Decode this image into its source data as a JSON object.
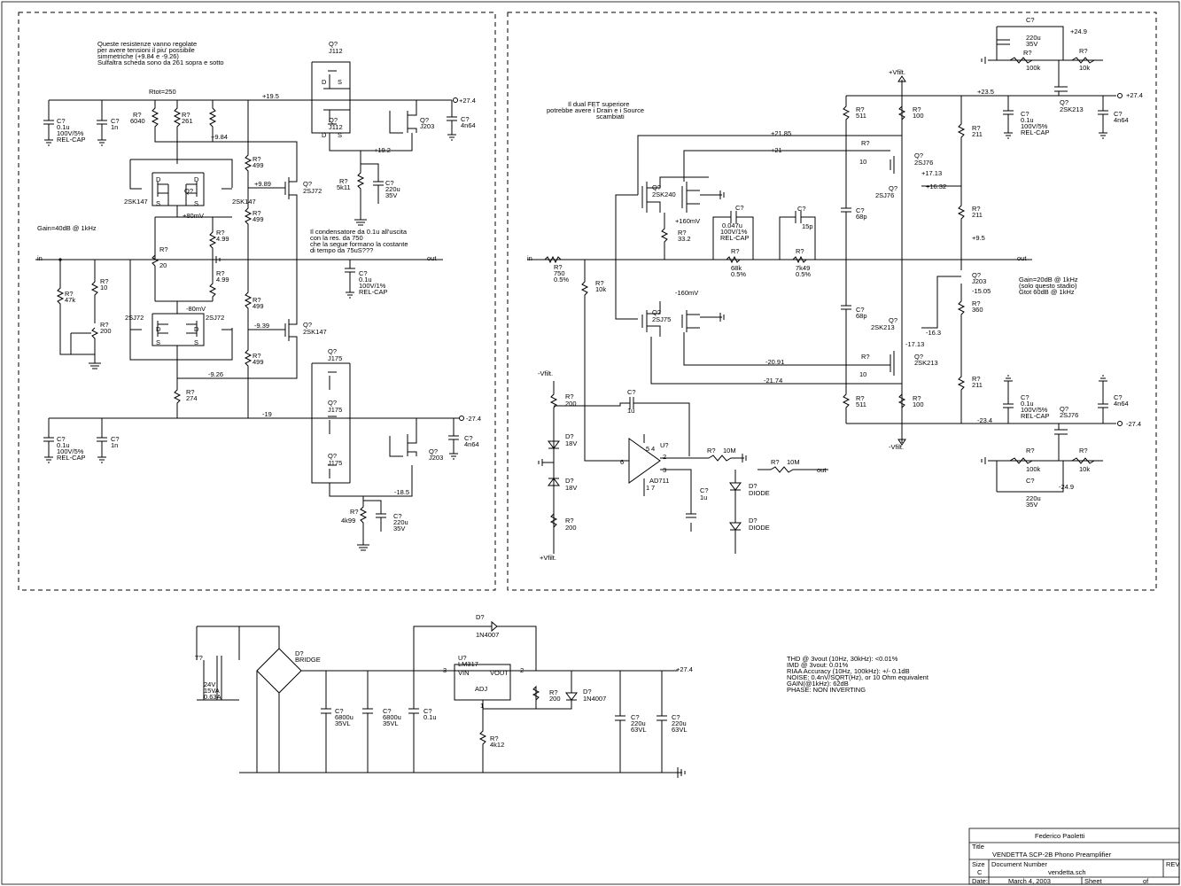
{
  "stage1": {
    "note": [
      "Queste resistenze vanno regolate",
      "per avere tensioni il piu' possibile",
      "simmetriche (+9.84 e -9.26)",
      "Sulfaltra scheda sono da 261 sopra e sotto"
    ],
    "rtot": "Rtot=250",
    "gain": "Gain=40dB @ 1kHz",
    "in": "in",
    "out": "out",
    "cap_note": [
      "Il condensatore da 0.1u all'uscita",
      "con la res. da 750",
      "che la segue formano la costante",
      "di tempo da 75uS???"
    ],
    "v_p195": "+19.5",
    "v_p274": "+27.4",
    "v_p984": "+9.84",
    "v_p192": "+19.2",
    "v_p989": "+9.89",
    "v_p80mv": "+80mV",
    "v_m80mv": "-80mV",
    "v_m939": "-9.39",
    "v_m926": "-9.26",
    "v_m19": "-19",
    "v_m274": "-27.4",
    "v_m185": "-18.5",
    "c_top1": [
      "C?",
      "0.1u",
      "100V/5%",
      "REL-CAP"
    ],
    "c_top2": [
      "C?",
      "1n"
    ],
    "c_bot1": [
      "C?",
      "0.1u",
      "100V/5%",
      "REL-CAP"
    ],
    "c_bot2": [
      "C?",
      "1n"
    ],
    "r6040": [
      "R?",
      "6040"
    ],
    "r261": [
      "R?",
      "261"
    ],
    "r5k11": [
      "R?",
      "5k11"
    ],
    "c220": [
      "C?",
      "220u",
      "35V"
    ],
    "c4n64a": [
      "C?",
      "4n64"
    ],
    "c4n64b": [
      "C?",
      "4n64"
    ],
    "q_j112a": [
      "Q?",
      "J112"
    ],
    "q_j112b": [
      "Q?",
      "J112"
    ],
    "q_j203a": [
      "Q?",
      "J203"
    ],
    "q_2sk147l": "2SK147",
    "q_2sk147r": [
      "Q?",
      "2SK147"
    ],
    "q_2sj72a": [
      "Q?",
      "2SJ72"
    ],
    "q_2sj72l": "2SJ72",
    "q_2sj72r": "2SJ72",
    "q_2sk147b": [
      "Q?",
      "2SK147"
    ],
    "r499a": [
      "R?",
      "499"
    ],
    "r499b": [
      "R?",
      "499"
    ],
    "r499c": [
      "R?",
      "499"
    ],
    "r499d": [
      "R?",
      "499"
    ],
    "r499e": [
      "R?",
      "4.99"
    ],
    "r499f": [
      "R?",
      "4.99"
    ],
    "r20": [
      "R?",
      "20"
    ],
    "r47k": [
      "R?",
      "47k"
    ],
    "r10": [
      "R?",
      "10"
    ],
    "r200": [
      "R?",
      "200"
    ],
    "r274": [
      "R?",
      "274"
    ],
    "c01out": [
      "C?",
      "0.1u",
      "100V/1%",
      "REL-CAP"
    ],
    "j175a": [
      "Q?",
      "J175"
    ],
    "j175b": [
      "Q?",
      "J175"
    ],
    "j175c": [
      "Q?",
      "J175"
    ],
    "j203b": [
      "Q?",
      "J203"
    ],
    "r4k99": [
      "R?",
      "4k99"
    ],
    "c220b": [
      "C?",
      "220u",
      "35V"
    ]
  },
  "stage2": {
    "note": [
      "Il dual FET superiore",
      "potrebbe avere i Drain e i Source",
      "scambiati"
    ],
    "gain": [
      "Gain=20dB @ 1kHz",
      "(solo questo stadio)",
      "Gtot 60dB @ 1kHz"
    ],
    "in": "in",
    "out": "out",
    "vfilt_top": "+Vfilt.",
    "vfilt_bot": "-Vfilt.",
    "v_p2185": "+21.85",
    "v_p21": "+21",
    "v_p1713": "+17.13",
    "v_p1632": "+16.32",
    "v_p95": "+9.5",
    "v_p160": "+160mV",
    "v_m160": "-160mV",
    "v_m2091": "-20.91",
    "v_m2174": "-21.74",
    "v_m1713": "-17.13",
    "v_m163": "-16.3",
    "v_m1505": "-15.05",
    "v_p235": "+23.5",
    "v_m234": "-23.4",
    "v_p249": "+24.9",
    "v_m249": "-24.9",
    "v_p274": "+27.4",
    "v_m274": "-27.4",
    "q2sk240": [
      "Q?",
      "2SK240"
    ],
    "q2sj75": [
      "Q?",
      "2SJ75"
    ],
    "r332": [
      "R?",
      "33.2"
    ],
    "c0047": [
      "C?",
      "0.047u",
      "100V/1%",
      "REL-CAP"
    ],
    "c15p": [
      "C?",
      "15p"
    ],
    "r68k": [
      "R?",
      "68k",
      "0.5%"
    ],
    "r7k49": [
      "R?",
      "7k49",
      "0.5%"
    ],
    "r750": [
      "R?",
      "750",
      "0.5%"
    ],
    "r10k": [
      "R?",
      "10k"
    ],
    "r511a": [
      "R?",
      "511"
    ],
    "r511b": [
      "R?",
      "511"
    ],
    "c68pa": [
      "C?",
      "68p"
    ],
    "c68pb": [
      "C?",
      "68p"
    ],
    "r10a": [
      "R?",
      "10"
    ],
    "r10b": [
      "R?",
      "10"
    ],
    "r100a": [
      "R?",
      "100"
    ],
    "r100b": [
      "R?",
      "100"
    ],
    "q2sj76a": [
      "Q?",
      "2SJ76"
    ],
    "q2sj76b": [
      "Q?",
      "2SJ76"
    ],
    "q2sk213a": [
      "Q?",
      "2SK213"
    ],
    "q2sk213b": [
      "Q?",
      "2SK213"
    ],
    "r211a": [
      "R?",
      "211"
    ],
    "r211b": [
      "R?",
      "211"
    ],
    "r211c": [
      "R?",
      "211"
    ],
    "qj203": [
      "Q?",
      "J203"
    ],
    "r360": [
      "R?",
      "360"
    ],
    "c01a": [
      "C?",
      "0.1u",
      "100V/5%",
      "REL-CAP"
    ],
    "c01b": [
      "C?",
      "0.1u",
      "100V/5%",
      "REL-CAP"
    ],
    "c4n64a": [
      "C?",
      "4n64"
    ],
    "c4n64b": [
      "C?",
      "4n64"
    ],
    "q2sk213c": [
      "Q?",
      "2SK213"
    ],
    "q2sj76c": [
      "Q?",
      "2SJ76"
    ],
    "r100ka": [
      "R?",
      "100k"
    ],
    "r10ka": [
      "R?",
      "10k"
    ],
    "r100kb": [
      "R?",
      "100k"
    ],
    "r10kb": [
      "R?",
      "10k"
    ],
    "c220a": [
      "C?",
      "220u",
      "35V"
    ],
    "c220b": [
      "C?",
      "220u",
      "35V"
    ],
    "servo": {
      "vfilt_m": "-Vfilt.",
      "vfilt_p": "+Vfilt.",
      "r200a": [
        "R?",
        "200"
      ],
      "r200b": [
        "R?",
        "200"
      ],
      "d18a": [
        "D?",
        "18V"
      ],
      "d18b": [
        "D?",
        "18V"
      ],
      "c1u": [
        "C?",
        "1u"
      ],
      "c1ub": [
        "C?",
        "1u"
      ],
      "u": "U?",
      "ad711": "AD711",
      "r10ma": [
        "R?",
        "10M"
      ],
      "r10mb": [
        "R?",
        "10M"
      ],
      "out": "out",
      "d1": [
        "D?",
        "DIODE"
      ],
      "d2": [
        "D?",
        "DIODE"
      ],
      "pins": [
        "2",
        "3",
        "6",
        "5",
        "4",
        "1",
        "7"
      ]
    }
  },
  "psu": {
    "t": [
      "T?",
      "24V",
      "15VA",
      "0.63A"
    ],
    "bridge": [
      "D?",
      "BRIDGE"
    ],
    "c6800a": [
      "C?",
      "6800u",
      "35VL"
    ],
    "c6800b": [
      "C?",
      "6800u",
      "35VL"
    ],
    "c01": [
      "C?",
      "0.1u"
    ],
    "reg": [
      "U?",
      "LM317",
      "VIN",
      "VOUT",
      "ADJ"
    ],
    "d1n4007a": [
      "D?",
      "1N4007"
    ],
    "d1n4007b": [
      "D?",
      "1N4007"
    ],
    "r200": [
      "R?",
      "200"
    ],
    "r4k12": [
      "R?",
      "4k12"
    ],
    "c220a": [
      "C?",
      "220u",
      "63VL"
    ],
    "c220b": [
      "C?",
      "220u",
      "63VL"
    ],
    "out": "+27.4",
    "pins": [
      "3",
      "2",
      "1"
    ]
  },
  "specs": [
    "THD @ 3vout (10Hz, 30kHz): <0.01%",
    "IMD @ 3vout: 0.01%",
    "RIAA Accuracy (10Hz, 100kHz): +/- 0.1dB",
    "NOISE: 0.4nV/SQRT(Hz), or 10 Ohm equivalent",
    "GAIN(@1kHz): 62dB",
    "PHASE: NON INVERTING"
  ],
  "titleblock": {
    "author": "Federico Paoletti",
    "title_label": "Title",
    "title": "VENDETTA SCP-2B Phono Preamplifier",
    "size_label": "Size",
    "size": "C",
    "docnum_label": "Document Number",
    "docnum": "vendetta.sch",
    "rev_label": "REV",
    "date_label": "Date:",
    "date": "March 4, 2003",
    "sheet_label": "Sheet",
    "of_label": "of"
  }
}
